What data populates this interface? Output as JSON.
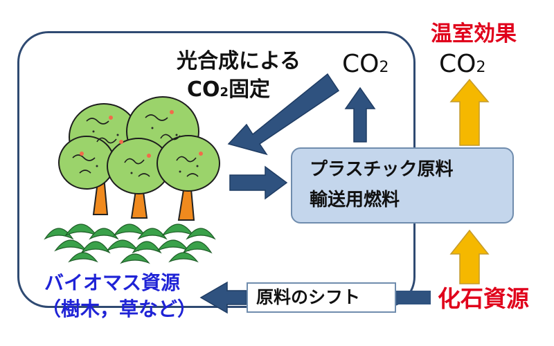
{
  "title": {
    "line1": "温室効果",
    "line2": "CO",
    "sub": "2"
  },
  "co2_top": {
    "main": "CO",
    "sub": "2"
  },
  "photosynthesis": {
    "line1": "光合成による",
    "line2_main": "CO",
    "line2_sub": "2",
    "line2_rest": "固定"
  },
  "process": {
    "line1": "プラスチック原料",
    "line2": "輸送用燃料"
  },
  "biomass": {
    "line1": "バイオマス資源",
    "line2": "（樹木，草など）"
  },
  "fossil": "化石資源",
  "shift": "原料のシフト",
  "colors": {
    "frame": "#2f4a72",
    "arrow_blue": "#2f527f",
    "arrow_yellow": "#f5b800",
    "arrow_yellow_edge": "#c49a2c",
    "red": "#e0001b",
    "biomass_blue": "#1f23d6",
    "box_fill": "#c4d6ec",
    "box_edge": "#6f8cad"
  }
}
